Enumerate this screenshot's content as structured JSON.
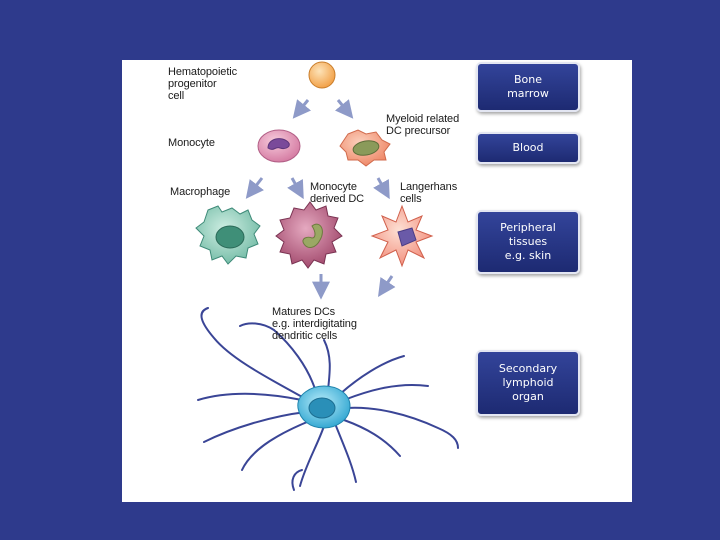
{
  "labels": {
    "progenitor": "Hematopoietic\nprogenitor\ncell",
    "monocyte": "Monocyte",
    "myeloid_precursor": "Myeloid related\nDC precursor",
    "macrophage": "Macrophage",
    "monocyte_dc": "Monocyte\nderived DC",
    "langerhans": "Langerhans\ncells",
    "mature_dcs": "Matures DCs\ne.g. interdigitating\ndendritic cells"
  },
  "stages": [
    {
      "label": "Bone\nmarrow"
    },
    {
      "label": "Blood"
    },
    {
      "label": "Peripheral\ntissues\ne.g. skin"
    },
    {
      "label": "Secondary\nlymphoid\norgan"
    }
  ],
  "colors": {
    "background": "#2e3a8c",
    "stage_box": "#26358a",
    "arrow": "#8e9ac8",
    "progenitor_cell": "#f2a24a",
    "monocyte_cell": "#d67ea4",
    "myeloid_cell": "#ef8a6a",
    "macrophage_cell": "#6fb9a3",
    "monocyte_dc_cell": "#b2577a",
    "langerhans_cell": "#f28a78",
    "mature_dc_cell": "#3fb5d8",
    "dendrite": "#3a4596"
  }
}
